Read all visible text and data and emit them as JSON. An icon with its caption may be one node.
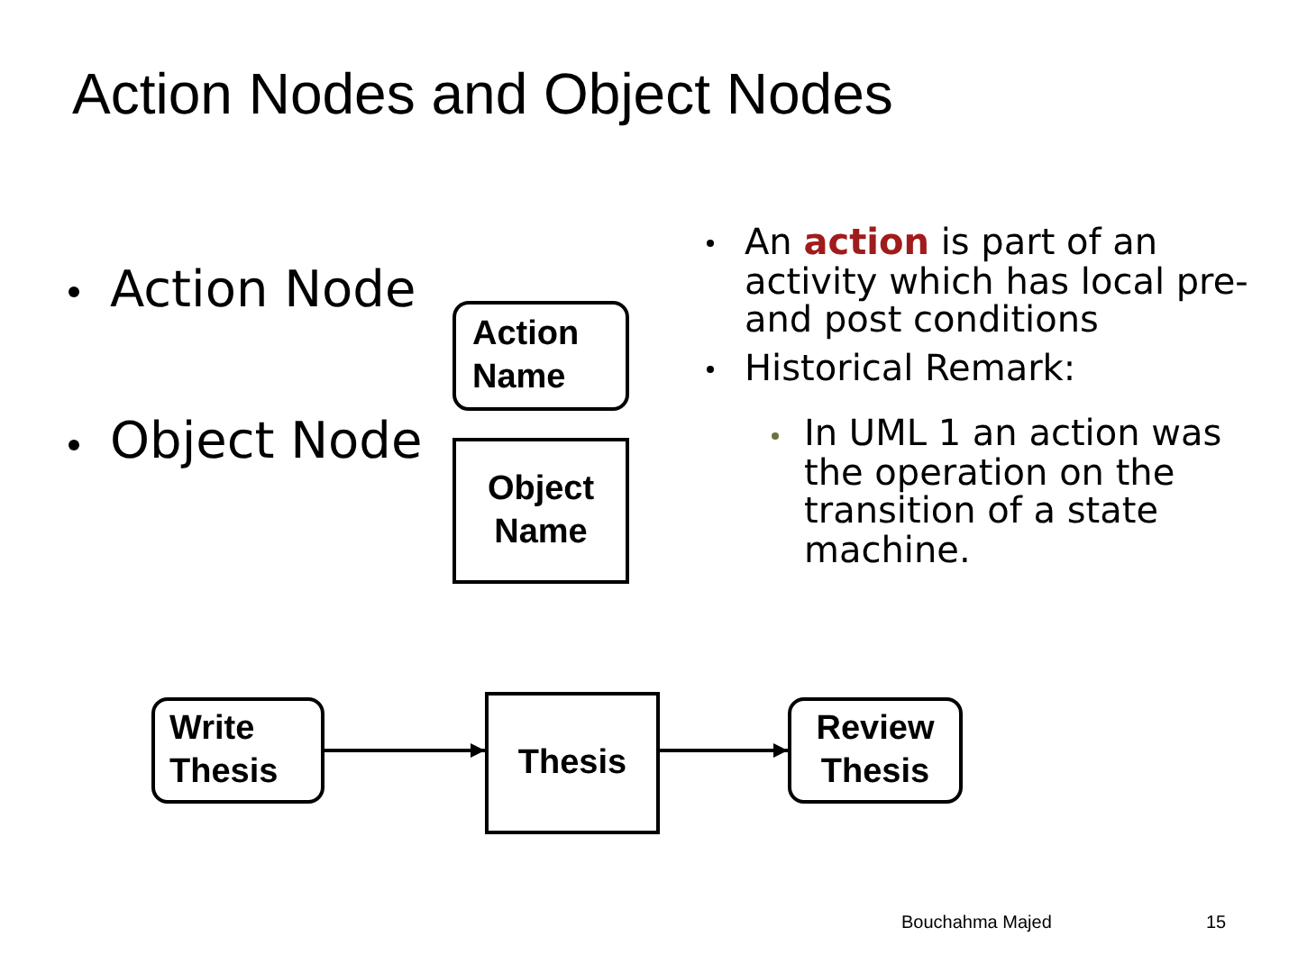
{
  "diagram": {
    "title": "Action Nodes and Object Nodes",
    "nodes": [
      {
        "text": [
          "Action Name"
        ]
      },
      {
        "text": [
          "Object Name"
        ]
      },
      {
        "text": [
          "Write Thesis"
        ]
      },
      {
        "text": [
          "Thesis"
        ]
      },
      {
        "text": [
          "Review Thesis"
        ]
      }
    ],
    "edges": [
      {
        "from": 2,
        "to": 3,
        "arrow": "to"
      },
      {
        "from": 3,
        "to": 4,
        "arrow": "to"
      }
    ],
    "labels": [
      "Action Node",
      "Object Node",
      "An **action** is part of an activity which has local pre- and post conditions",
      "Historical Remark:",
      "In UML 1 an action was the operation on the transition of a state machine.",
      "Bouchahma Majed",
      "15"
    ]
  }
}
